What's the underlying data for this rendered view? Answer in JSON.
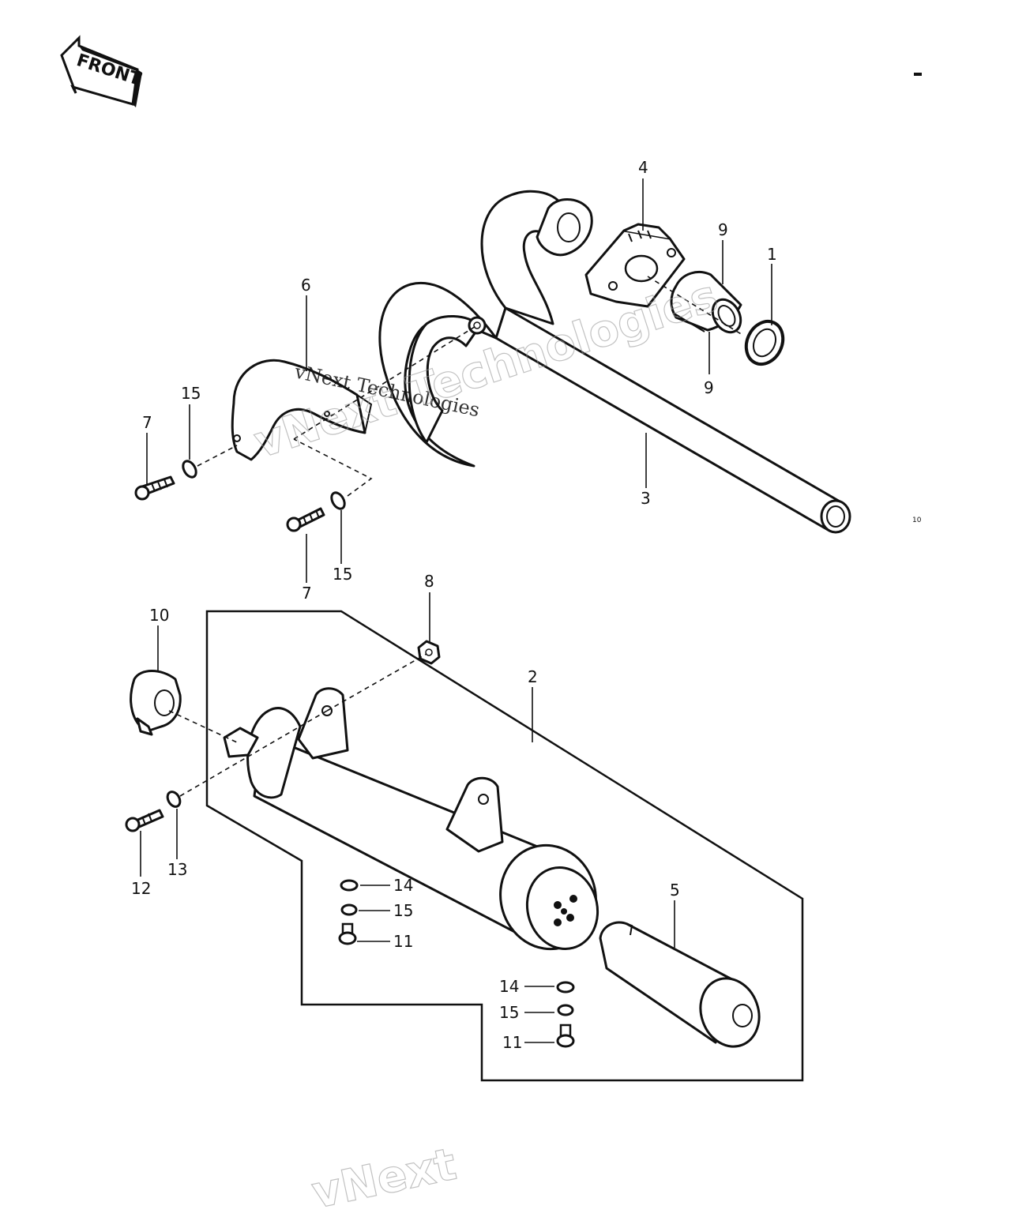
{
  "front_badge": {
    "label": "FRONT"
  },
  "watermarks": {
    "top_text": "vNext Technologies",
    "bottom_text": "vNext"
  },
  "corner_mark": "10",
  "callouts": {
    "c1": "1",
    "c2": "2",
    "c3": "3",
    "c4": "4",
    "c5": "5",
    "c6": "6",
    "c7a": "7",
    "c7b": "7",
    "c8": "8",
    "c9a": "9",
    "c9b": "9",
    "c10": "10",
    "c11a": "11",
    "c11b": "11",
    "c12": "12",
    "c13": "13",
    "c14a": "14",
    "c14b": "14",
    "c15a": "15",
    "c15b": "15",
    "c15c": "15",
    "c15d": "15"
  }
}
